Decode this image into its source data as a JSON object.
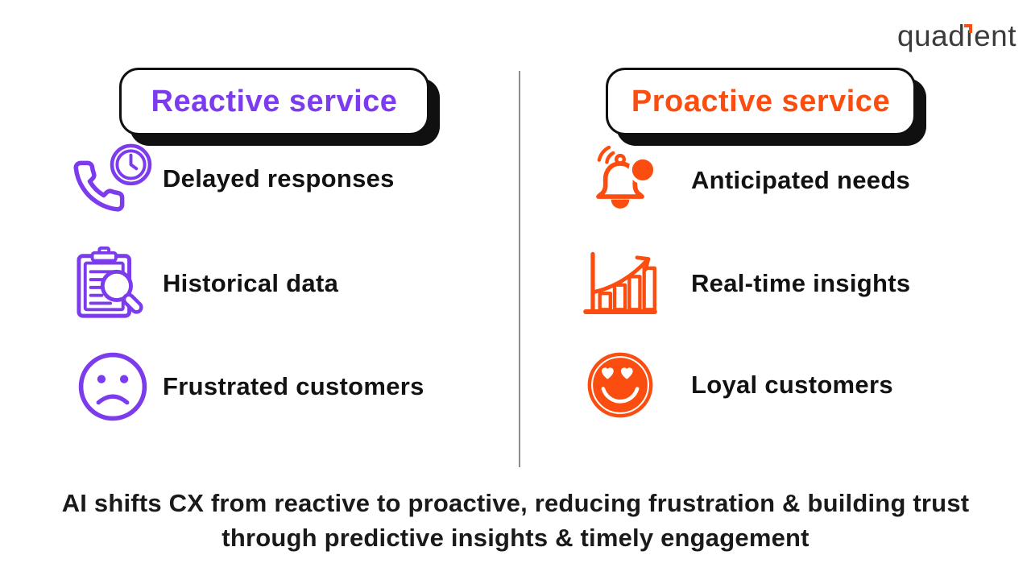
{
  "logo": {
    "text_pre": "quad",
    "text_i": "ı",
    "text_post": "ent",
    "full_name": "quadient",
    "text_color": "#3b3b3b",
    "accent_color": "#fb4d0f"
  },
  "columns": {
    "left": {
      "title": "Reactive service",
      "accent_color": "#7c3bec",
      "items": [
        {
          "label": "Delayed responses",
          "icon": "phone-clock-icon"
        },
        {
          "label": "Historical data",
          "icon": "clipboard-search-icon"
        },
        {
          "label": "Frustrated customers",
          "icon": "sad-face-icon"
        }
      ]
    },
    "right": {
      "title": "Proactive service",
      "accent_color": "#fb4d0f",
      "items": [
        {
          "label": "Anticipated needs",
          "icon": "bell-alert-icon"
        },
        {
          "label": "Real-time insights",
          "icon": "growth-chart-icon"
        },
        {
          "label": "Loyal customers",
          "icon": "heart-eyes-smiley-icon"
        }
      ]
    }
  },
  "caption": "AI shifts CX from reactive to proactive, reducing frustration & building trust through predictive insights & timely engagement"
}
